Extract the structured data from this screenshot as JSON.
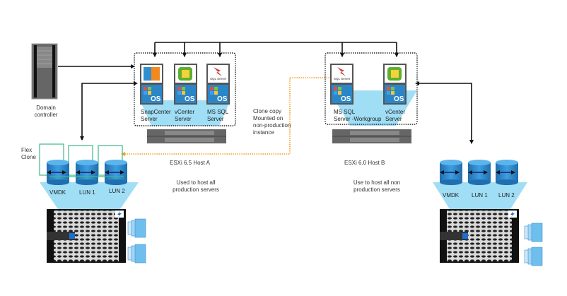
{
  "domain_controller": {
    "label_line1": "Domain",
    "label_line2": "controller"
  },
  "host_a": {
    "title": "ESXi 6.5 Host A",
    "desc_line1": "Used to host all",
    "desc_line2": "production servers",
    "vms": [
      {
        "name_line1": "SnapCenter",
        "name_line2": "Server",
        "app_icon": "snapcenter-icon"
      },
      {
        "name_line1": "vCenter",
        "name_line2": "Server",
        "app_icon": "vcenter-icon"
      },
      {
        "name_line1": "MS SQL",
        "name_line2": "Server",
        "app_icon": "sql-server-icon"
      }
    ],
    "os_label": "OS"
  },
  "host_b": {
    "title": "ESXi 6.0 Host B",
    "desc_line1": "Use to host all non",
    "desc_line2": "production servers",
    "vms": [
      {
        "name_line1": "MS SQL",
        "name_line2": "Server -Workgroup",
        "app_icon": "sql-server-icon"
      },
      {
        "name_line1": "vCenter",
        "name_line2": "Server",
        "app_icon": "vcenter-icon"
      }
    ],
    "os_label": "OS"
  },
  "clone_note": {
    "line1": "Clone copy",
    "line2": "Mounted  on",
    "line3": "non-production",
    "line4": "instance"
  },
  "flex_clone": {
    "line1": "Flex",
    "line2": "Clone"
  },
  "storage_a": {
    "volumes": [
      "VMDK",
      "LUN 1",
      "LUN 2"
    ]
  },
  "storage_b": {
    "volumes": [
      "VMDK",
      "LUN 1",
      "LUN 2"
    ]
  },
  "sql_icon_text": "SQL Server",
  "colors": {
    "line": "#111111",
    "clone_link": "#f0a020",
    "funnel": "#8fd8f5",
    "flex_clone": "#3cb88a",
    "disk": "#2f8fd0",
    "os_tile": "#2b86c8"
  }
}
